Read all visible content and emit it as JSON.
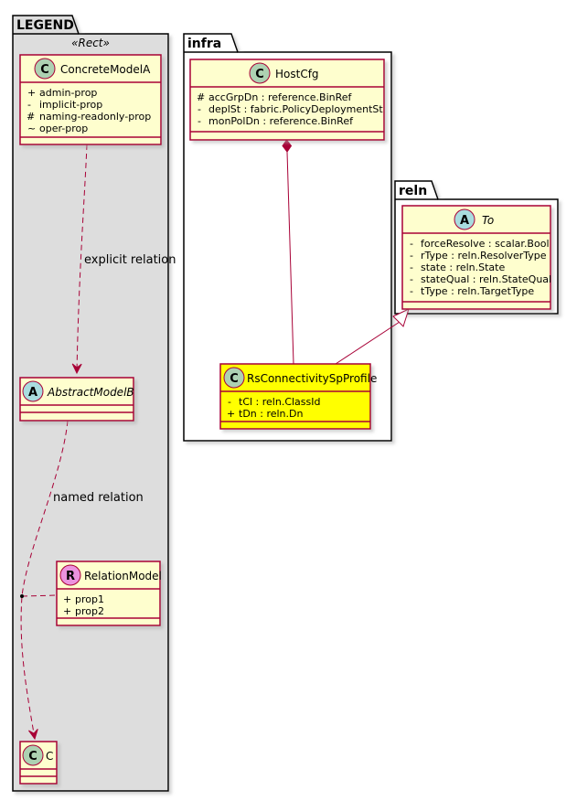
{
  "colors": {
    "class_fill": "#FEFECE",
    "highlight_fill": "#FFFF00",
    "border": "#A80036",
    "legend_fill": "#DDDDDD",
    "badge_class": "#ADD1B2",
    "badge_abstract": "#A9DCDF",
    "badge_relation": "#EB93DF"
  },
  "packages": {
    "legend": {
      "title": "LEGEND",
      "stereotype": "«Rect»"
    },
    "infra": {
      "title": "infra"
    },
    "reln": {
      "title": "reln"
    }
  },
  "classes": {
    "concrete_model_a": {
      "badge": "C",
      "name": "ConcreteModelA",
      "attributes": [
        {
          "visibility": "+",
          "text": "admin-prop"
        },
        {
          "visibility": "-",
          "text": "implicit-prop"
        },
        {
          "visibility": "#",
          "text": "naming-readonly-prop"
        },
        {
          "visibility": "~",
          "text": "oper-prop"
        }
      ]
    },
    "abstract_model_b": {
      "badge": "A",
      "name": "AbstractModelB",
      "attributes": []
    },
    "relation_model": {
      "badge": "R",
      "name": "RelationModel",
      "attributes": [
        {
          "visibility": "+",
          "text": "prop1"
        },
        {
          "visibility": "+",
          "text": "prop2"
        }
      ]
    },
    "c": {
      "badge": "C",
      "name": "C",
      "attributes": []
    },
    "host_cfg": {
      "badge": "C",
      "name": "HostCfg",
      "attributes": [
        {
          "visibility": "#",
          "text": "accGrpDn : reference.BinRef"
        },
        {
          "visibility": "-",
          "text": "deplSt : fabric.PolicyDeploymentSt"
        },
        {
          "visibility": "-",
          "text": "monPolDn : reference.BinRef"
        }
      ]
    },
    "rs_connectivity": {
      "badge": "C",
      "name": "RsConnectivitySpProfile",
      "attributes": [
        {
          "visibility": "-",
          "text": "tCl : reln.ClassId"
        },
        {
          "visibility": "+",
          "text": "tDn : reln.Dn"
        }
      ]
    },
    "to": {
      "badge": "A",
      "name": "To",
      "attributes": [
        {
          "visibility": "-",
          "text": "forceResolve : scalar.Bool"
        },
        {
          "visibility": "-",
          "text": "rType : reln.ResolverType"
        },
        {
          "visibility": "-",
          "text": "state : reln.State"
        },
        {
          "visibility": "-",
          "text": "stateQual : reln.StateQual"
        },
        {
          "visibility": "-",
          "text": "tType : reln.TargetType"
        }
      ]
    }
  },
  "relations": {
    "explicit": "explicit relation",
    "named": "named relation"
  }
}
